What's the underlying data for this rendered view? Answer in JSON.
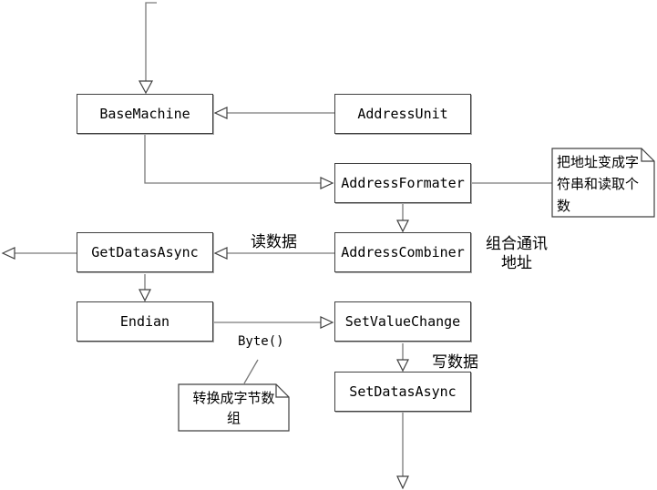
{
  "diagram": {
    "nodes": [
      {
        "label": "BaseMachine"
      },
      {
        "label": "AddressUnit"
      },
      {
        "label": "AddressFormater"
      },
      {
        "label": "GetDatasAsync"
      },
      {
        "label": "AddressCombiner"
      },
      {
        "label": "Endian"
      },
      {
        "label": "SetValueChange"
      },
      {
        "label": "SetDatasAsync"
      }
    ],
    "notes": [
      {
        "text": "把地址变成字\n符串和读取个\n数"
      },
      {
        "text": "转换成字节数\n组"
      }
    ],
    "edge_labels": [
      {
        "text": "读数据"
      },
      {
        "text": "组合通讯\n地址"
      },
      {
        "text": "Byte()"
      },
      {
        "text": "写数据"
      }
    ],
    "colors": {
      "line": "#7a7a7a",
      "shape_border": "#404040",
      "background": "#ffffff"
    }
  }
}
